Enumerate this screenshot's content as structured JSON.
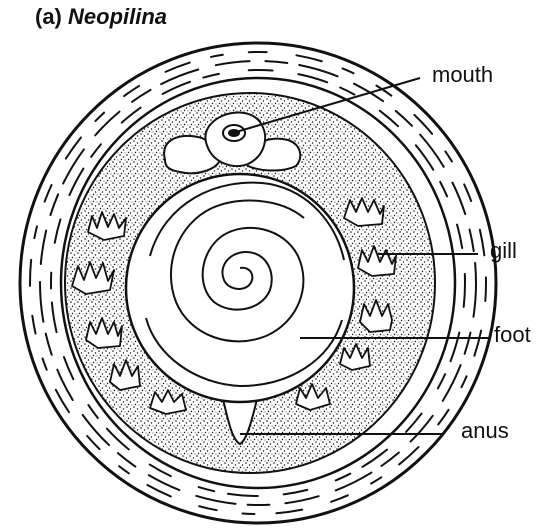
{
  "figure": {
    "panel": "(a)",
    "title": "Neopilina"
  },
  "labels": {
    "mouth": "mouth",
    "gill": "gill",
    "foot": "foot",
    "anus": "anus"
  },
  "colors": {
    "ink": "#111111",
    "background": "#ffffff"
  }
}
